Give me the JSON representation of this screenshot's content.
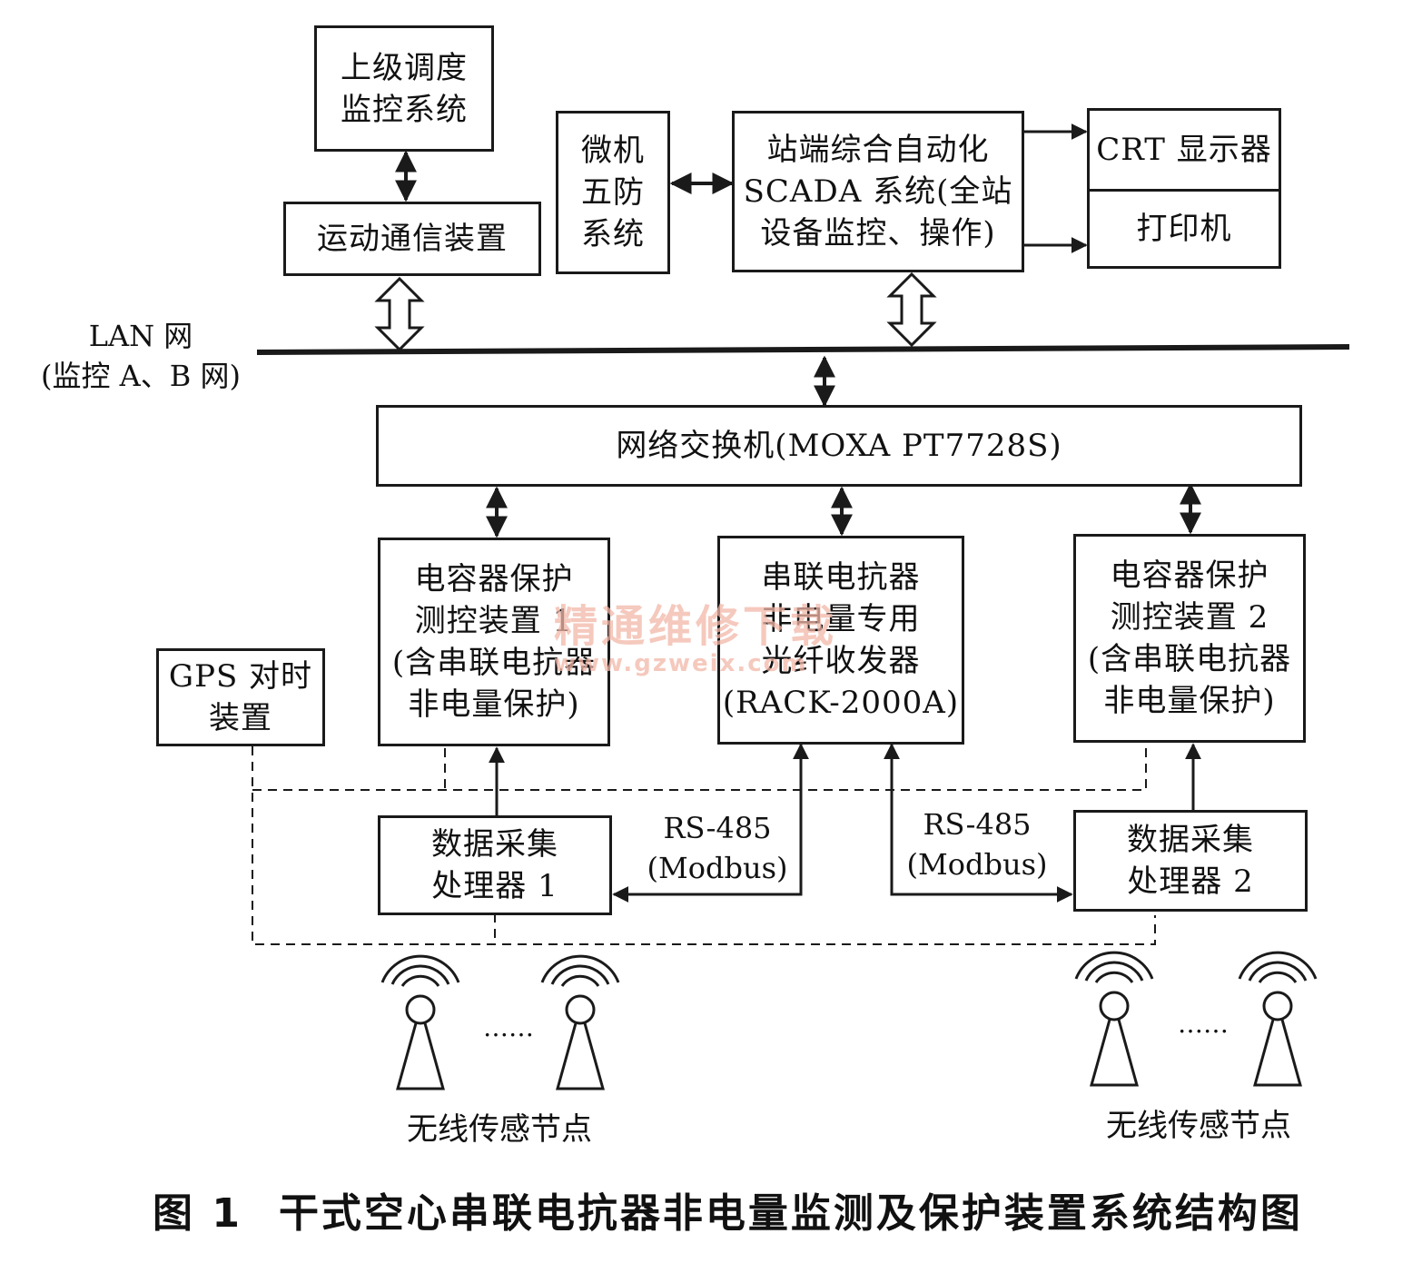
{
  "boxes": {
    "upper_dispatch": [
      "上级调度",
      "监控系统"
    ],
    "telecontrol": [
      "运动通信装置"
    ],
    "five_prevention": [
      "微机",
      "五防",
      "系统"
    ],
    "scada": [
      "站端综合自动化",
      "SCADA 系统(全站",
      "设备监控、操作)"
    ],
    "crt": [
      "CRT 显示器"
    ],
    "printer": [
      "打印机"
    ],
    "switch": [
      "网络交换机(MOXA PT7728S)"
    ],
    "cap_protect_1": [
      "电容器保护",
      "测控装置 1",
      "(含串联电抗器",
      "非电量保护)"
    ],
    "fiber_transceiver": [
      "串联电抗器",
      "非电量专用",
      "光纤收发器",
      "(RACK-2000A)"
    ],
    "cap_protect_2": [
      "电容器保护",
      "测控装置 2",
      "(含串联电抗器",
      "非电量保护)"
    ],
    "gps": [
      "GPS 对时",
      "装置"
    ],
    "collector_1": [
      "数据采集",
      "处理器 1"
    ],
    "collector_2": [
      "数据采集",
      "处理器 2"
    ]
  },
  "labels": {
    "lan": [
      "LAN 网",
      "(监控 A、B 网)"
    ],
    "rs485_left": [
      "RS-485",
      "(Modbus)"
    ],
    "rs485_right": [
      "RS-485",
      "(Modbus)"
    ],
    "wireless_left": "无线传感节点",
    "wireless_right": "无线传感节点",
    "dots_left": "……",
    "dots_right": "……"
  },
  "caption": {
    "number": "图 1",
    "text": "干式空心串联电抗器非电量监测及保护装置系统结构图"
  },
  "watermark": {
    "text": "精通维修下载",
    "url": "www.gzweix.com"
  },
  "colors": {
    "line": "#1a1a1a",
    "watermark": "#f2b7a8"
  }
}
